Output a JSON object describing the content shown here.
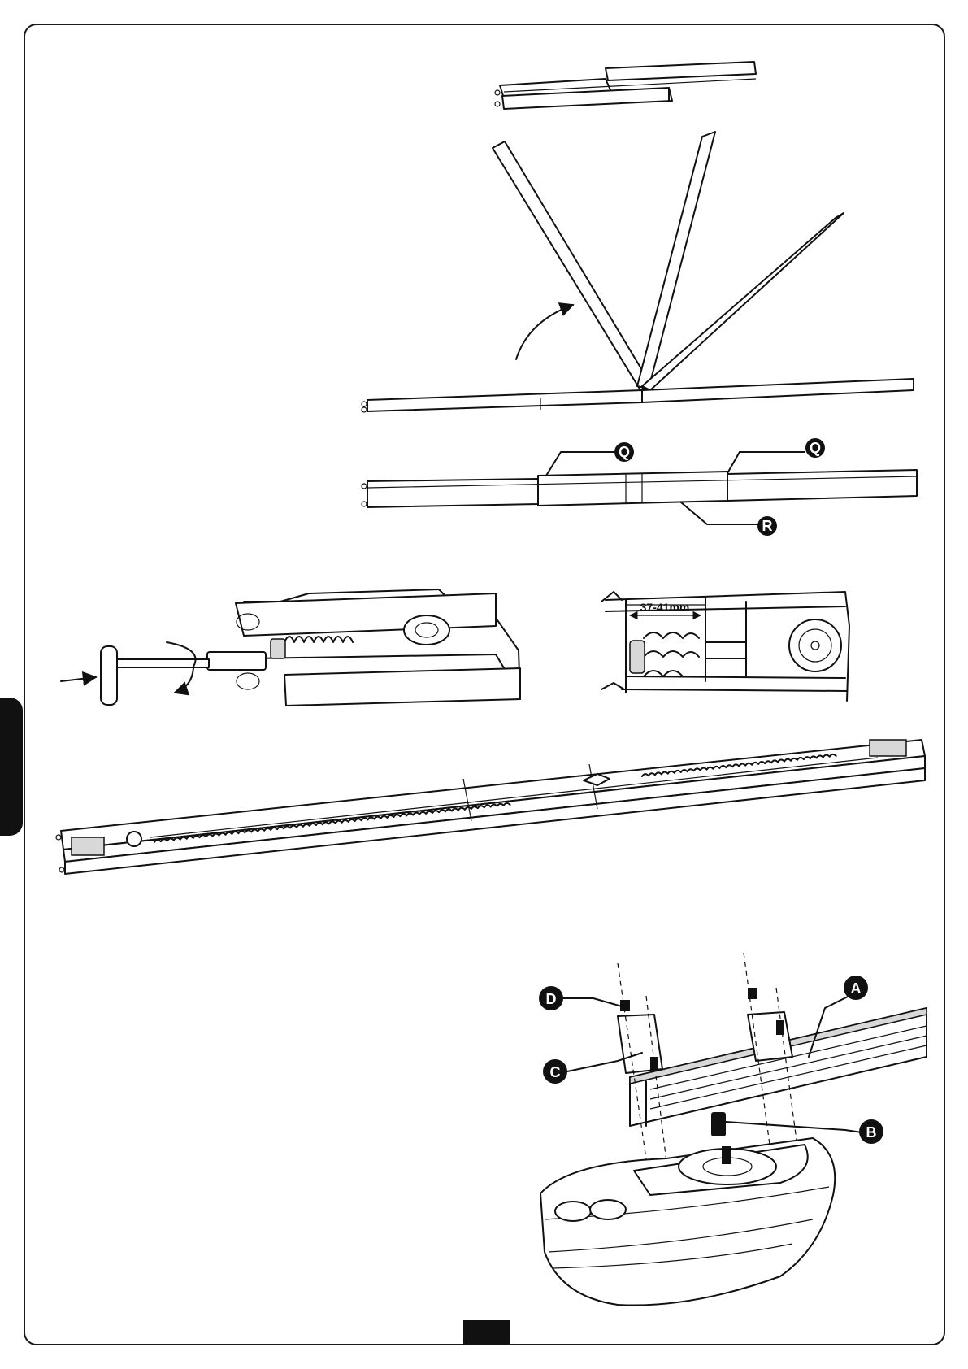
{
  "callouts": {
    "q1": "Q",
    "q2": "Q",
    "r": "R",
    "a": "A",
    "b": "B",
    "c": "C",
    "d": "D"
  },
  "dimension": "37-41mm",
  "colors": {
    "ink": "#111111",
    "paper": "#ffffff"
  }
}
